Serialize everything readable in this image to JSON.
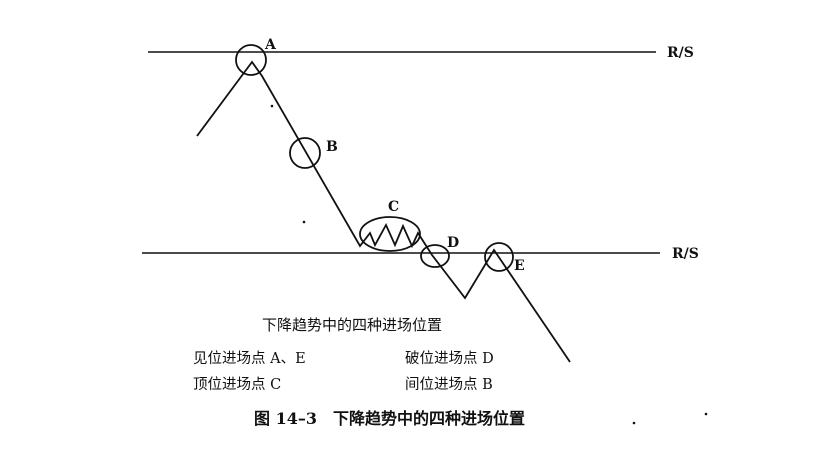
{
  "lines": {
    "resistance_label": "R/S",
    "support_label": "R/S"
  },
  "points": {
    "a": "A",
    "b": "B",
    "c": "C",
    "d": "D",
    "e": "E"
  },
  "caption": "下降趋势中的四种进场位置",
  "legend": {
    "item1": "见位进场点 A、E",
    "item2": "破位进场点 D",
    "item3": "顶位进场点 C",
    "item4": "间位进场点 B"
  },
  "figure_title": "图 14–3　下降趋势中的四种进场位置",
  "colors": {
    "ink": "#111111",
    "background": "#ffffff"
  }
}
